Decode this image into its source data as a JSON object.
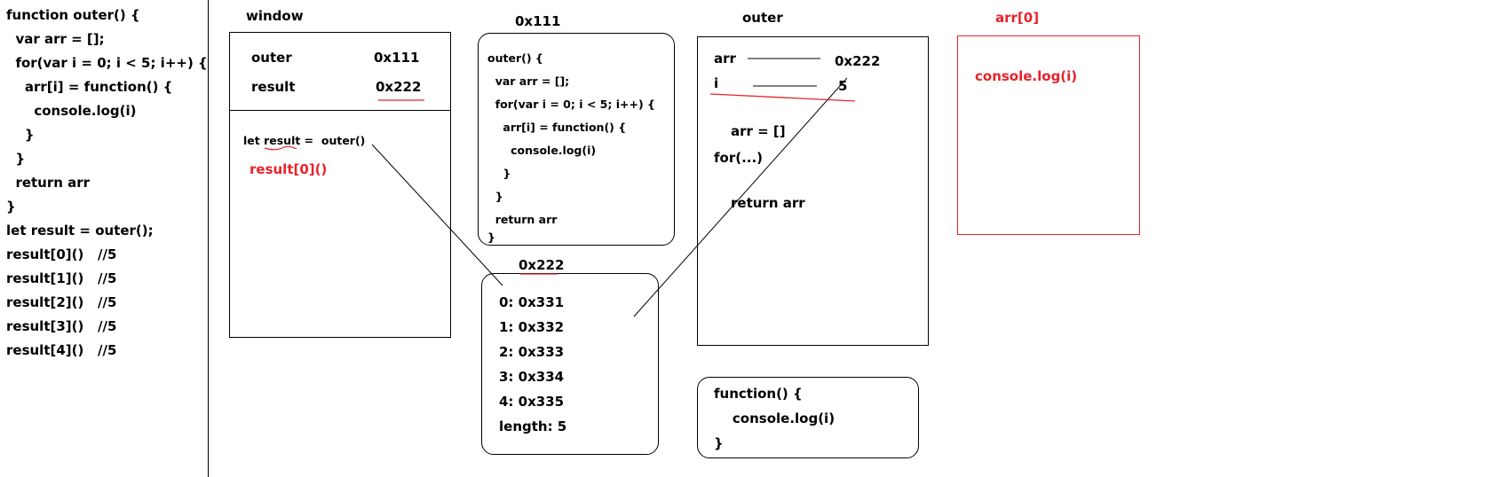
{
  "code": {
    "lines": [
      "function outer() {",
      "  var arr = [];",
      "  for(var i = 0; i < 5; i++) {",
      "    arr[i] = function() {",
      "      console.log(i)",
      "    }",
      "  }",
      "  return arr",
      "}",
      "let result = outer();",
      "result[0]()   //5",
      "result[1]()   //5",
      "result[2]()   //5",
      "result[3]()   //5",
      "result[4]()   //5"
    ]
  },
  "window_scope": {
    "title": "window",
    "vars": [
      {
        "name": "outer",
        "value": "0x111"
      },
      {
        "name": "result",
        "value": "0x222"
      }
    ],
    "exec": [
      "let result =  outer()",
      "result[0]()"
    ]
  },
  "func_obj": {
    "address": "0x111",
    "lines": [
      "outer() {",
      "  var arr = [];",
      "  for(var i = 0; i < 5; i++) {",
      "    arr[i] = function() {",
      "      console.log(i)",
      "    }",
      "  }",
      "  return arr",
      "}"
    ]
  },
  "arr_obj": {
    "address": "0x222",
    "items": [
      "0: 0x331",
      "1: 0x332",
      "2: 0x333",
      "3: 0x334",
      "4: 0x335",
      "length: 5"
    ]
  },
  "outer_scope": {
    "title": "outer",
    "vars": [
      {
        "name": "arr",
        "value": "0x222"
      },
      {
        "name": "i",
        "value": "5"
      }
    ],
    "body": [
      "arr = []",
      "for(...)",
      "return arr"
    ]
  },
  "inner_func": {
    "lines": [
      "function() {",
      "    console.log(i)",
      "}"
    ]
  },
  "arr0_scope": {
    "title": "arr[0]",
    "body": "console.log(i)"
  },
  "colors": {
    "ink": "#000000",
    "highlight": "#e8222a"
  }
}
